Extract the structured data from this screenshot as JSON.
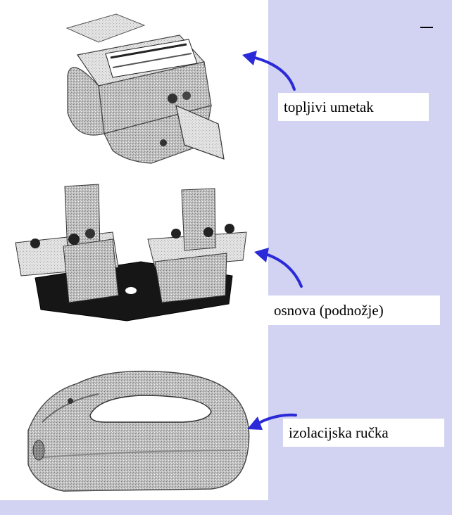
{
  "labels": {
    "fuse_insert": "topljivi umetak",
    "base": "osnova (podnožje)",
    "handle": "izolacijska ručka"
  },
  "colors": {
    "background": "#d2d2f2",
    "panel": "#ffffff",
    "arrow": "#2a2ad8"
  },
  "images": {
    "fuse_insert": "fuse-insert-photo",
    "base": "fuse-base-photo",
    "handle": "insulating-handle-photo"
  }
}
